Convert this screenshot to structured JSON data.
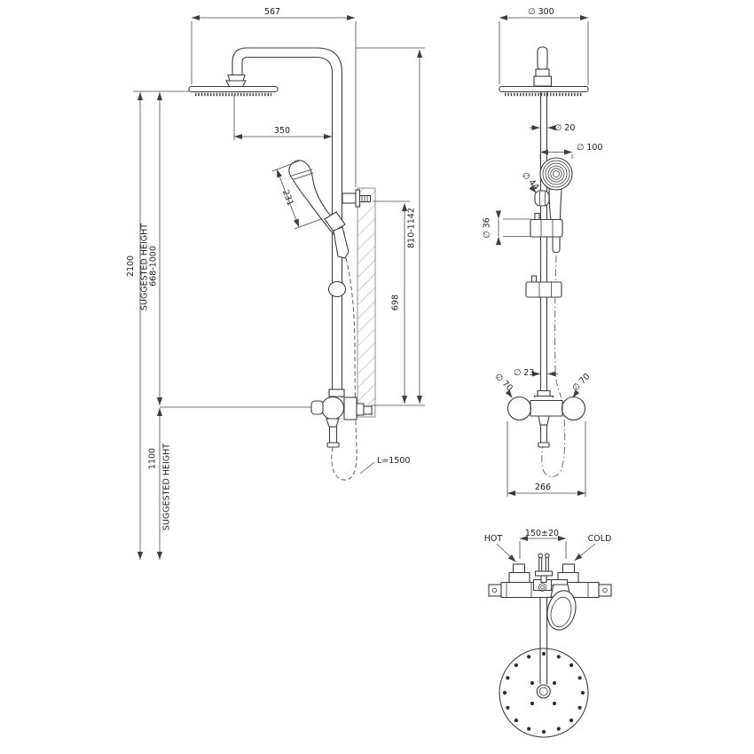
{
  "labels": {
    "left": {
      "dim_width_top": "567",
      "dim_head_offset": "350",
      "dim_handshower_length": "231",
      "dim_overall_height": "2100",
      "suggested_height_upper": "SUGGESTED HEIGHT",
      "suggested_height_upper_range": "668-1000",
      "dim_mixer_height": "1100",
      "suggested_height_lower": "SUGGESTED HEIGHT",
      "dim_riser_range": "810-1142",
      "dim_rail": "698",
      "hose_length": "L=1500"
    },
    "front": {
      "dia_head": "∅ 300",
      "dia_pipe": "∅ 20",
      "dia_handshower": "∅ 100",
      "dia_knob": "∅ 44",
      "dia_bracket": "∅ 36",
      "dia_riser": "∅ 23",
      "dia_valve_left": "∅ 70",
      "dia_valve_right": "∅ 70",
      "dim_mixer_width": "266"
    },
    "top": {
      "hot": "HOT",
      "cold": "COLD",
      "dim_inlet_spacing": "150±20"
    }
  }
}
